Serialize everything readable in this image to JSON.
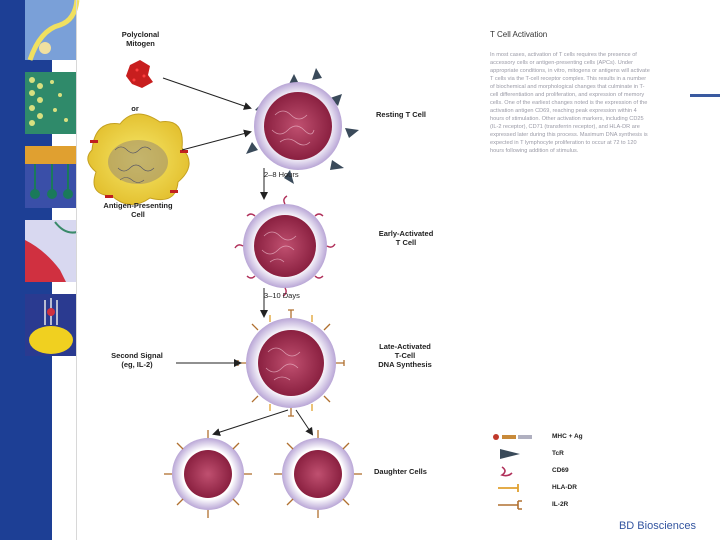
{
  "labels": {
    "polyclonal_mitogen": "Polyclonal\nMitogen",
    "or": "or",
    "apc": "Antigen-Presenting\nCell",
    "resting": "Resting T Cell",
    "early": "Early-Activated\nT Cell",
    "late": "Late-Activated\nT-Cell\nDNA Synthesis",
    "second_signal": "Second Signal\n(eg, IL-2)",
    "daughter": "Daughter Cells",
    "arrow1": "2–8 Hours",
    "arrow2": "3–10 Days"
  },
  "text_panel": {
    "title": "T Cell Activation",
    "body": "In most cases, activation of T cells requires the presence of accessory cells or antigen-presenting cells (APCs). Under appropriate conditions, in vitro, mitogens or antigens will activate T cells via the T-cell receptor complex. This results in a number of biochemical and morphological changes that culminate in T-cell differentiation and proliferation, and expression of memory cells. One of the earliest changes noted is the expression of the activation antigen CD69, reaching peak expression within 4 hours of stimulation. Other activation markers, including CD25 (IL-2 receptor), CD71 (transferrin receptor), and HLA-DR are expressed later during this process. Maximum DNA synthesis is expected in T lymphocyte proliferation to occur at 72 to 120 hours following addition of stimulus."
  },
  "legend": [
    {
      "label": "MHC + Ag",
      "icon": "mhc-ag-icon",
      "color": "#c0392b"
    },
    {
      "label": "TcR",
      "icon": "tcr-icon",
      "color": "#3a4a5a"
    },
    {
      "label": "CD69",
      "icon": "cd69-icon",
      "color": "#b0305a"
    },
    {
      "label": "HLA-DR",
      "icon": "hla-dr-icon",
      "color": "#e0a030"
    },
    {
      "label": "IL-2R",
      "icon": "il2r-icon",
      "color": "#b07030"
    }
  ],
  "footer": "BD Biosciences",
  "colors": {
    "sidebar": "#1d3f95",
    "cell_membrane": "#b9a6d6",
    "cell_nucleus": "#9a2a4a",
    "apc": "#f0d84a"
  }
}
